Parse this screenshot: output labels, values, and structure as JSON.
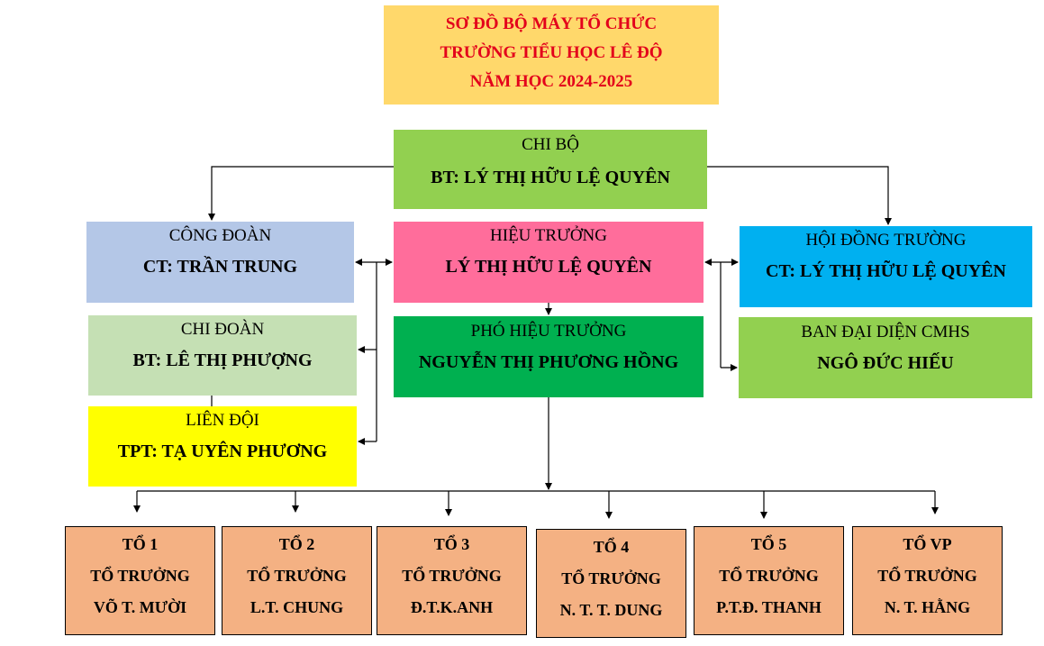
{
  "title": {
    "line1": "SƠ ĐỒ BỘ MÁY TỔ CHỨC",
    "line2": "TRƯỜNG TIỂU HỌC LÊ ĐỘ",
    "line3": "NĂM HỌC 2024-2025"
  },
  "chi_bo": {
    "role": "CHI BỘ",
    "person": "BT: LÝ THỊ HỮU LỆ QUYÊN"
  },
  "hieu_truong": {
    "role": "HIỆU TRƯỞNG",
    "person": "LÝ THỊ HỮU LỆ QUYÊN"
  },
  "pho_hieu_truong": {
    "role": "PHÓ HIỆU TRƯỞNG",
    "person": "NGUYỄN THỊ PHƯƠNG HỒNG"
  },
  "cong_doan": {
    "role": "CÔNG ĐOÀN",
    "person": "CT: TRẦN TRUNG"
  },
  "chi_doan": {
    "role": "CHI ĐOÀN",
    "person": "BT: LÊ THỊ PHƯỢNG"
  },
  "lien_doi": {
    "role": "LIÊN ĐỘI",
    "person": "TPT: TẠ UYÊN PHƯƠNG"
  },
  "hoi_dong_truong": {
    "role": "HỘI ĐỒNG TRƯỜNG",
    "person": "CT: LÝ THỊ HỮU LỆ QUYÊN"
  },
  "ban_dai_dien": {
    "role": "BAN ĐẠI DIỆN CMHS",
    "person": "NGÔ ĐỨC HIẾU"
  },
  "teams": [
    {
      "name": "TỔ 1",
      "role": "TỔ TRƯỞNG",
      "leader": "VÕ T. MƯỜI"
    },
    {
      "name": "TỔ 2",
      "role": "TỔ TRƯỞNG",
      "leader": "L.T. CHUNG"
    },
    {
      "name": "TỔ 3",
      "role": "TỔ TRƯỞNG",
      "leader": "Đ.T.K.ANH"
    },
    {
      "name": "TỔ 4",
      "role": "TỔ TRƯỞNG",
      "leader": "N. T. T. DUNG"
    },
    {
      "name": "TỔ 5",
      "role": "TỔ TRƯỞNG",
      "leader": "P.T.Đ. THANH"
    },
    {
      "name": "TỔ VP",
      "role": "TỔ TRƯỞNG",
      "leader": "N. T. HẰNG"
    }
  ]
}
